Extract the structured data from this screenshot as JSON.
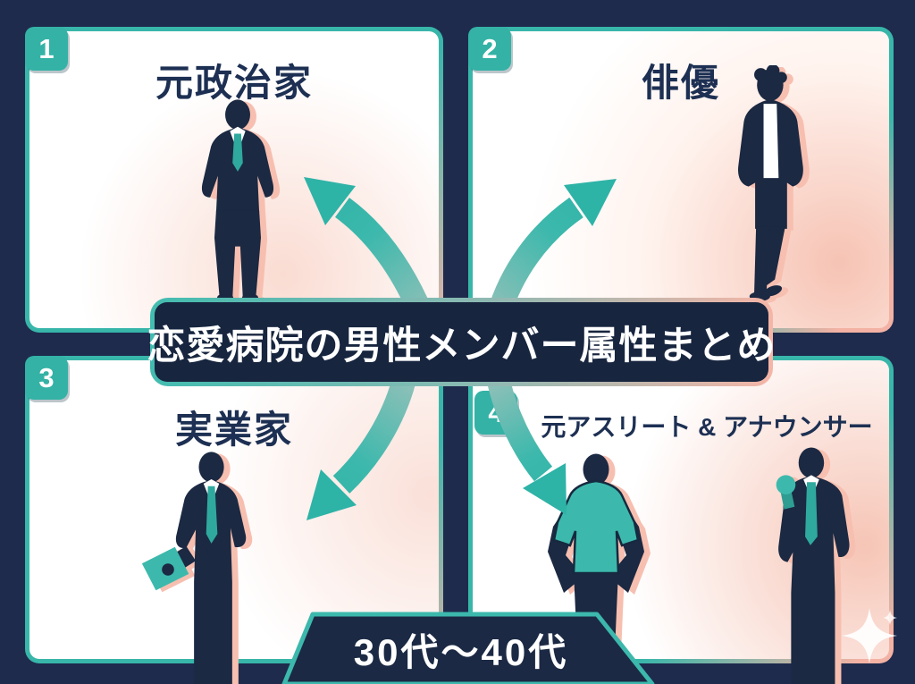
{
  "title": "恋愛病院の男性メンバー属性まとめ",
  "footer": "30代〜40代",
  "quadrants": [
    {
      "number": "1",
      "label": "元政治家",
      "icon": "politician-suit-silhouette"
    },
    {
      "number": "2",
      "label": "俳優",
      "icon": "actor-casual-silhouette"
    },
    {
      "number": "3",
      "label": "実業家",
      "icon": "businessman-tablet-silhouette"
    },
    {
      "number": "4",
      "label": "元アスリート & アナウンサー",
      "icon": "athlete-and-announcer-silhouettes"
    }
  ],
  "colors": {
    "background_navy": "#1e2b4d",
    "silhouette_navy": "#1b2942",
    "teal_accent": "#35b5a9",
    "salmon_accent": "#f6bcae",
    "card_white": "#ffffff",
    "label_navy": "#1d3053",
    "banner_navy": "#17253f",
    "text_white": "#ffffff"
  }
}
